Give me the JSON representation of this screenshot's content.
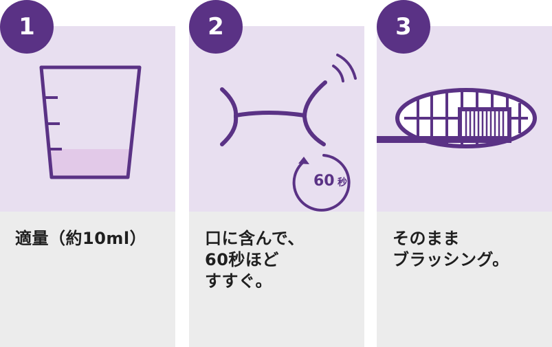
{
  "steps": [
    {
      "number": "1",
      "caption": [
        "適量（約10ml）"
      ]
    },
    {
      "number": "2",
      "caption": [
        "口に含んで、",
        "60秒ほど",
        "すすぐ。"
      ],
      "timer_label": "60",
      "timer_unit": "秒"
    },
    {
      "number": "3",
      "caption": [
        "そのまま",
        "ブラッシング。"
      ]
    }
  ],
  "colors": {
    "accent": "#5a3285",
    "illustration_bg": "#e8dff0",
    "caption_bg": "#ececec"
  }
}
